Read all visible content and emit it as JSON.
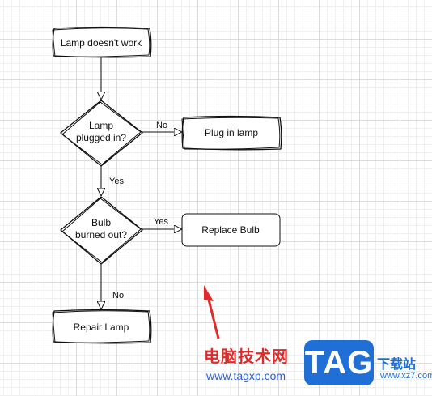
{
  "nodes": {
    "lamp_doesnt_work": "Lamp doesn't work",
    "lamp_plugged_in": [
      "Lamp",
      "plugged in?"
    ],
    "plug_in_lamp": "Plug in lamp",
    "bulb_burned_out": [
      "Bulb",
      "burned out?"
    ],
    "replace_bulb": "Replace Bulb",
    "repair_lamp": "Repair Lamp"
  },
  "edges": {
    "plugged_no": "No",
    "plugged_yes": "Yes",
    "bulb_yes": "Yes",
    "bulb_no": "No"
  },
  "colors": {
    "stroke": "#111111",
    "arrow_annotation": "#e02a2a",
    "watermark_red": "#e02a2a",
    "watermark_blue": "#1f6fd6"
  },
  "watermark": {
    "site_cn": "电脑技术网",
    "url": "www.tagxp.com",
    "tag": "TAG",
    "download": "下载站",
    "domain": "www.xz7.com"
  }
}
